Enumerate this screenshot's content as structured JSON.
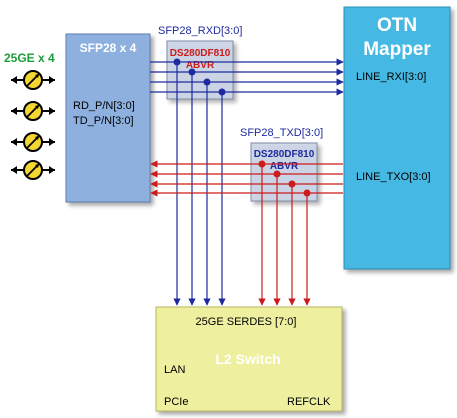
{
  "ports_label": "25GE x 4",
  "sfp": {
    "title": "SFP28 x 4",
    "rd": "RD_P/N[3:0]",
    "td": "TD_P/N[3:0]"
  },
  "rxd": {
    "bus_label": "SFP28_RXD[3:0]",
    "chip_line1": "DS280DF810",
    "chip_line2": "ABVR"
  },
  "txd": {
    "bus_label": "SFP28_TXD[3:0]",
    "chip_line1": "DS280DF810",
    "chip_line2": "ABVR"
  },
  "otn": {
    "title_line1": "OTN",
    "title_line2": "Mapper",
    "rxi": "LINE_RXI[3:0]",
    "txo": "LINE_TXO[3:0]"
  },
  "switch": {
    "serdes": "25GE SERDES [7:0]",
    "title": "L2 Switch",
    "lan": "LAN",
    "pcie": "PCIe",
    "refclk": "REFCLK"
  },
  "colors": {
    "rx_line": "#1f2a9e",
    "tx_line": "#cc1b1b",
    "sfp_fill": "#8db0df",
    "otn_fill": "#45b8e3",
    "switch_fill": "#eef0a0",
    "ports_label": "#1e9e3a"
  }
}
